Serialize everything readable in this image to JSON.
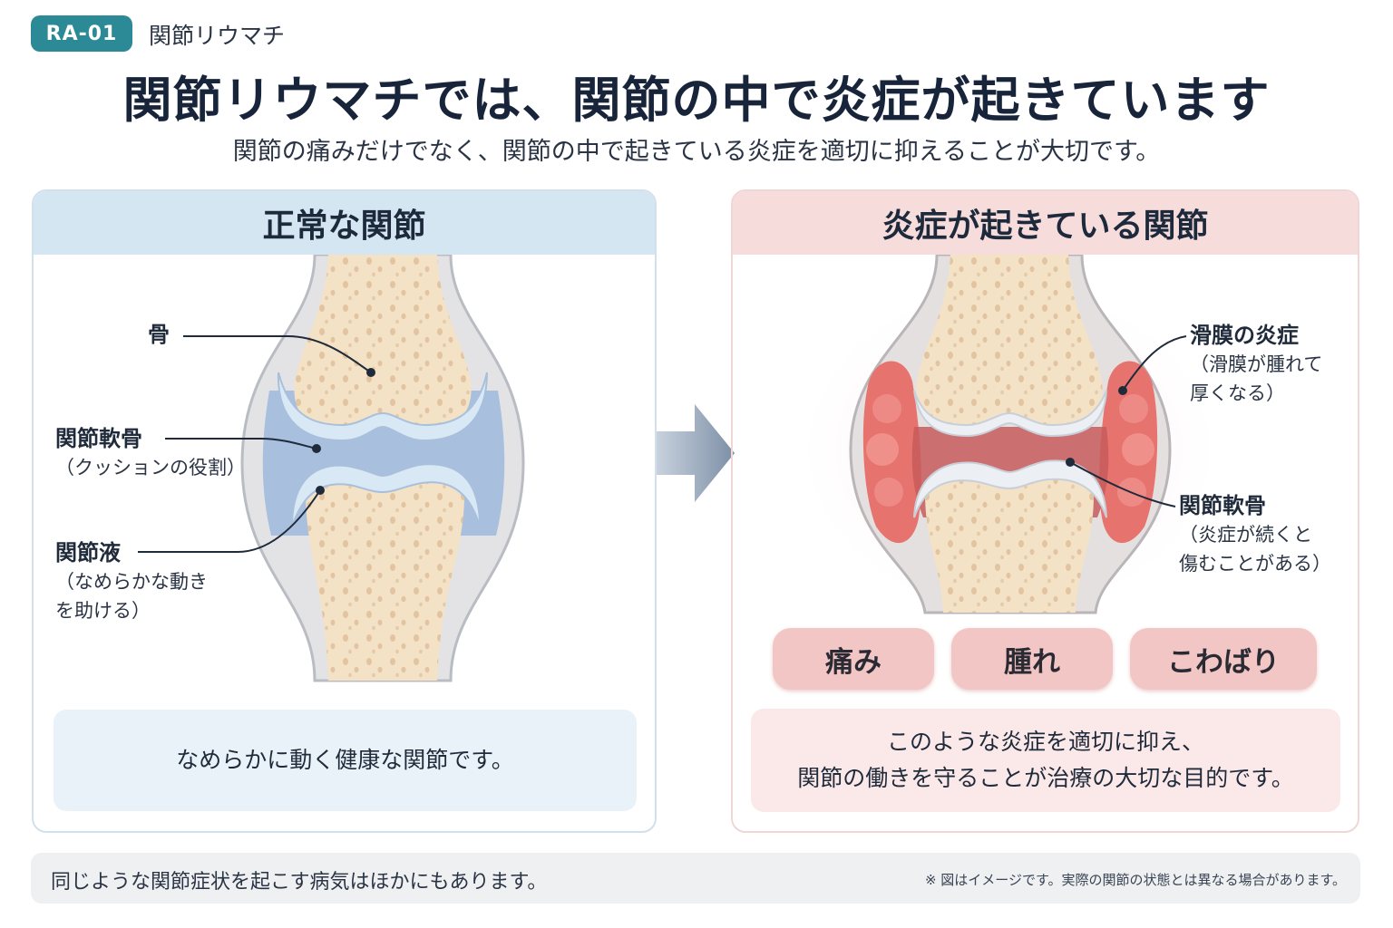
{
  "header": {
    "tag": "RA-01",
    "tag_label": "関節リウマチ",
    "title": "関節リウマチでは、関節の中で炎症が起きています",
    "subtitle": "関節の痛みだけでなく、関節の中で起きている炎症を適切に抑えることが大切です。"
  },
  "normal_panel": {
    "title": "正常な関節",
    "labels": {
      "bone": "骨",
      "cartilage": "関節軟骨",
      "cartilage_note": "（クッションの役割）",
      "fluid": "関節液",
      "fluid_note_1": "（なめらかな動き",
      "fluid_note_2": "を助ける）"
    },
    "caption": "なめらかに動く健康な関節です。"
  },
  "inflamed_panel": {
    "title": "炎症が起きている関節",
    "labels": {
      "synovium": "滑膜の炎症",
      "synovium_note_1": "（滑膜が腫れて",
      "synovium_note_2": "厚くなる）",
      "cartilage": "関節軟骨",
      "cartilage_note_1": "（炎症が続くと",
      "cartilage_note_2": "傷むことがある）"
    },
    "symptoms": [
      "痛み",
      "腫れ",
      "こわばり"
    ],
    "caption_line_1": "このような炎症を適切に抑え、",
    "caption_line_2": "関節の働きを守ることが治療の大切な目的です。"
  },
  "footer": {
    "left": "同じような関節症状を起こす病気はほかにもあります。",
    "right": "※ 図はイメージです。実際の関節の状態とは異なる場合があります。"
  },
  "colors": {
    "tag": "#2b8a96",
    "normal_header": "#d5e6f3",
    "inflamed_header": "#f7dcdc",
    "bone": "#f3e2c6",
    "cartilage_normal": "#d9e8f5",
    "fluid_normal": "#9db8da",
    "inflammation": "#e7736f",
    "symptom_badge": "#f3c6c6"
  }
}
